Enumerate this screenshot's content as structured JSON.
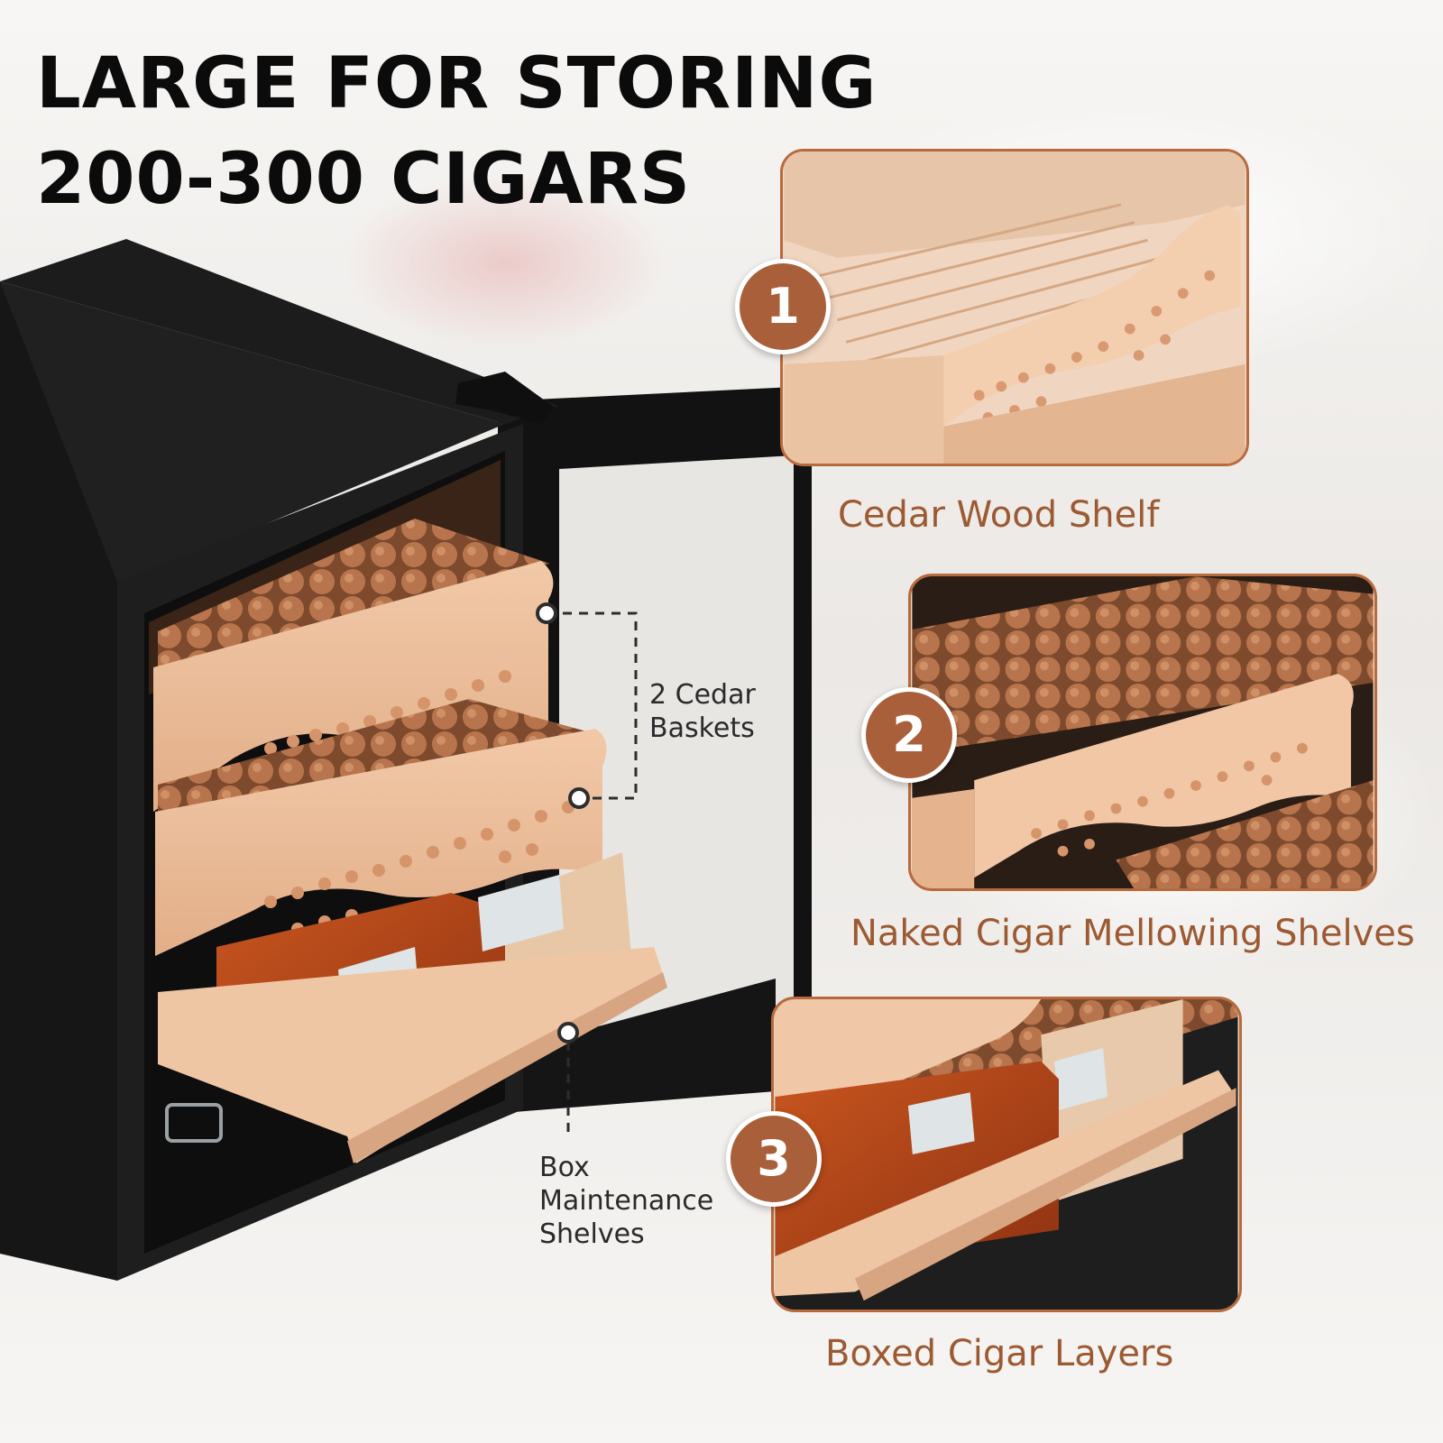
{
  "headline": {
    "line1": "LARGE FOR STORING",
    "line2": "200-300 CIGARS"
  },
  "callouts": {
    "baskets": {
      "line1": "2 Cedar",
      "line2": "Baskets"
    },
    "box_shelves": {
      "line1": "Box",
      "line2": "Maintenance",
      "line3": "Shelves"
    }
  },
  "features": [
    {
      "number": "1",
      "caption": "Cedar Wood Shelf"
    },
    {
      "number": "2",
      "caption": "Naked Cigar Mellowing Shelves"
    },
    {
      "number": "3",
      "caption": "Boxed Cigar Layers"
    }
  ],
  "colors": {
    "accent": "#a9603a",
    "panel_border": "#b86a3d",
    "caption": "#9c5a33",
    "cabinet": "#1b1b1b",
    "cedar": "#e9b996",
    "cigar": "#9a5e3c",
    "box_red": "#b8481c"
  }
}
